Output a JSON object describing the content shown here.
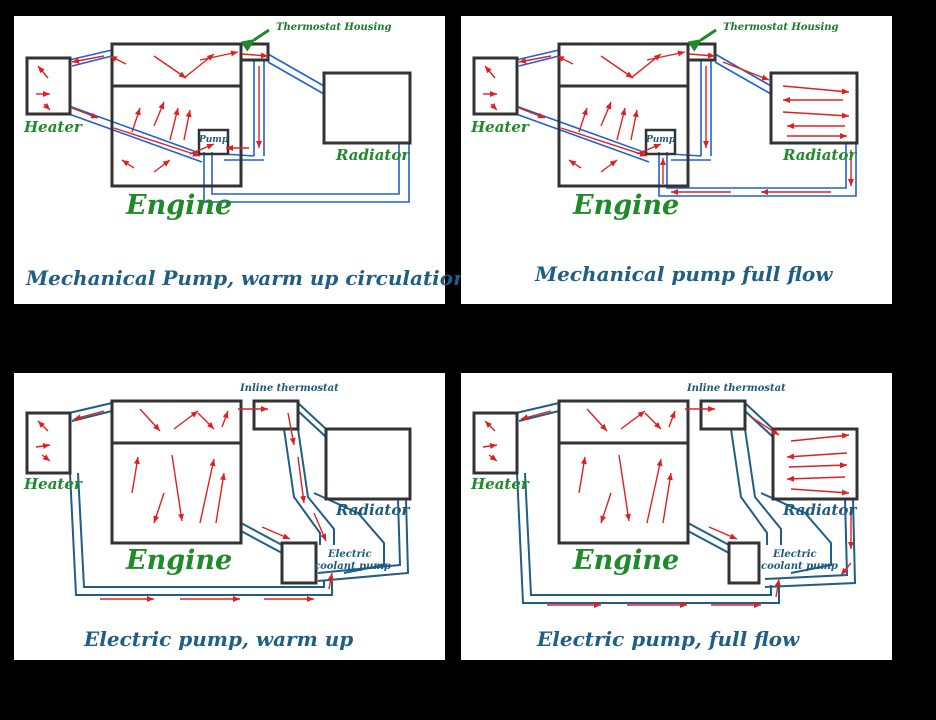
{
  "panels": [
    {
      "caption": "Mechanical Pump, warm up circulation",
      "labels": {
        "heater": "Heater",
        "engine": "Engine",
        "radiator": "Radiator",
        "thermostat": "Thermostat Housing",
        "pump": "Pump"
      }
    },
    {
      "caption": "Mechanical pump full flow",
      "labels": {
        "heater": "Heater",
        "engine": "Engine",
        "radiator": "Radiator",
        "thermostat": "Thermostat Housing",
        "pump": "Pump"
      }
    },
    {
      "caption": "Electric pump, warm up",
      "labels": {
        "heater": "Heater",
        "engine": "Engine",
        "radiator": "Radiator",
        "thermostat": "Inline thermostat",
        "pump_line1": "Electric",
        "pump_line2": "coolant pump"
      }
    },
    {
      "caption": "Electric pump, full flow",
      "labels": {
        "heater": "Heater",
        "engine": "Engine",
        "radiator": "Radiator",
        "thermostat": "Inline thermostat",
        "pump_line1": "Electric",
        "pump_line2": "coolant pump"
      }
    }
  ],
  "colors": {
    "background": "#000000",
    "panel": "#ffffff",
    "box": "#333333",
    "pipe_mech": "#2060d0",
    "pipe_elec": "#1f5f86",
    "arrow": "#e02020",
    "green_label": "#1f8a2a",
    "caption": "#1f5f86"
  }
}
